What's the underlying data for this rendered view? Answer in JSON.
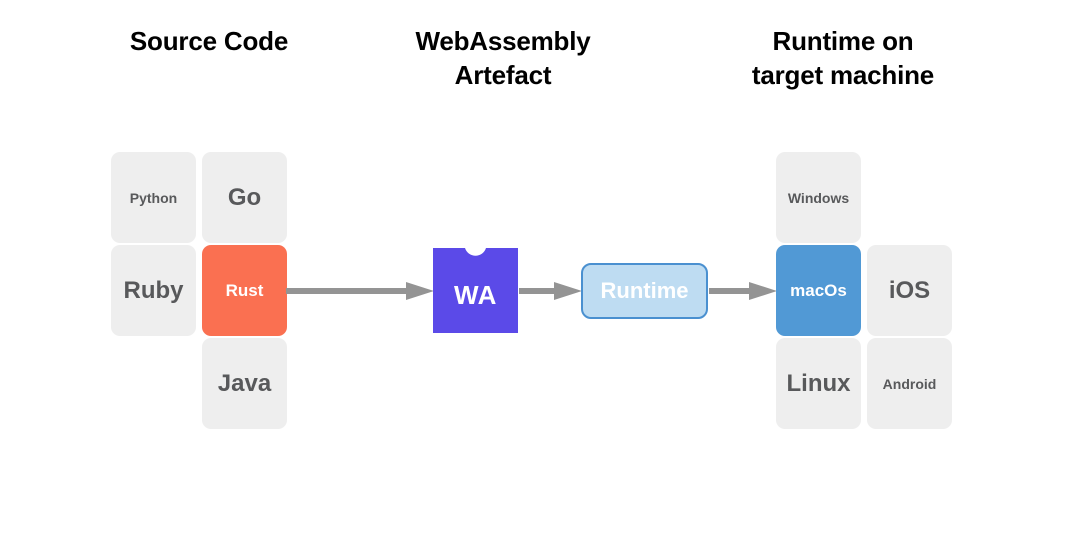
{
  "diagram": {
    "title": "WebAssembly compilation and runtime pipeline",
    "background": "#ffffff",
    "colors": {
      "tile_background": "#eeeeee",
      "tile_text": "#58595b",
      "accent_orange": "#fa7051",
      "accent_blue": "#5199d5",
      "wasm_purple": "#5b4ae8",
      "runtime_fill": "#bedcf2",
      "runtime_border": "#4a90d0",
      "arrow_gray": "#949494",
      "heading_text": "#000000"
    }
  },
  "headings": {
    "source": "Source Code",
    "artefact": "WebAssembly\nArtefact",
    "runtime": "Runtime on\ntarget machine"
  },
  "source_tiles": [
    {
      "label": "Python",
      "size": "sm",
      "accent": "none"
    },
    {
      "label": "Go",
      "size": "lg",
      "accent": "none"
    },
    {
      "label": "Ruby",
      "size": "lg",
      "accent": "none"
    },
    {
      "label": "Rust",
      "size": "md",
      "accent": "orange"
    },
    {
      "label": "",
      "size": "sm",
      "accent": "blank"
    },
    {
      "label": "Java",
      "size": "lg",
      "accent": "none"
    }
  ],
  "artefact": {
    "label": "WA",
    "shape": "puzzle-piece-icon"
  },
  "runtime": {
    "label": "Runtime"
  },
  "platform_tiles": [
    {
      "label": "Windows",
      "size": "sm",
      "accent": "none"
    },
    {
      "label": "",
      "size": "sm",
      "accent": "blank"
    },
    {
      "label": "macOs",
      "size": "md",
      "accent": "blue"
    },
    {
      "label": "iOS",
      "size": "lg",
      "accent": "none"
    },
    {
      "label": "Linux",
      "size": "lg",
      "accent": "none"
    },
    {
      "label": "Android",
      "size": "sm",
      "accent": "none"
    }
  ],
  "arrows": [
    {
      "name": "rust-to-wasm",
      "from": "Rust",
      "to": "WA"
    },
    {
      "name": "wasm-to-runtime",
      "from": "WA",
      "to": "Runtime"
    },
    {
      "name": "runtime-to-macos",
      "from": "Runtime",
      "to": "macOs"
    }
  ]
}
